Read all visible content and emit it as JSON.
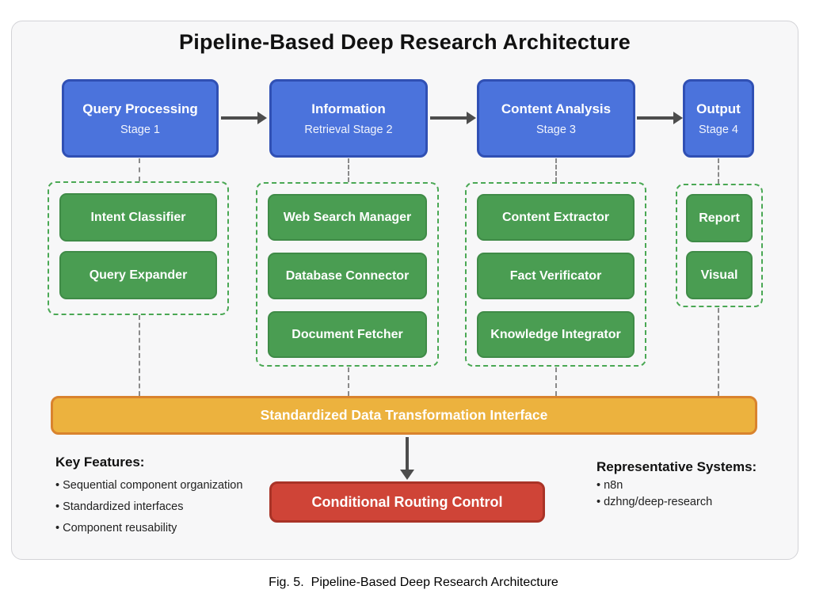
{
  "title": "Pipeline-Based Deep Research Architecture",
  "stages": [
    {
      "title": "Query Processing",
      "subtitle": "Stage 1",
      "components": [
        "Intent Classifier",
        "Query Expander"
      ]
    },
    {
      "title": "Information",
      "subtitle": "Retrieval Stage 2",
      "components": [
        "Web Search Manager",
        "Database Connector",
        "Document Fetcher"
      ]
    },
    {
      "title": "Content Analysis",
      "subtitle": "Stage 3",
      "components": [
        "Content Extractor",
        "Fact Verificator",
        "Knowledge Integrator"
      ]
    },
    {
      "title": "Output",
      "subtitle": "Stage 4",
      "components": [
        "Report",
        "Visual"
      ]
    }
  ],
  "interface_bar": "Standardized Data Transformation Interface",
  "routing_box": "Conditional Routing Control",
  "key_features": {
    "heading": "Key Features:",
    "items": [
      "Sequential component organization",
      "Standardized interfaces",
      "Component reusability"
    ]
  },
  "representative_systems": {
    "heading": "Representative Systems:",
    "items": [
      "n8n",
      "dzhng/deep-research"
    ]
  },
  "caption": {
    "label": "Fig. 5.",
    "text": "Pipeline-Based Deep Research Architecture"
  },
  "colors": {
    "stage_fill": "#4b73dc",
    "stage_border": "#3050b4",
    "component_fill": "#4a9d52",
    "component_border": "#3f8b47",
    "group_dash": "#4aa854",
    "interface_fill": "#ecb23e",
    "interface_border": "#d9832e",
    "routing_fill": "#cf4437",
    "routing_border": "#a93327",
    "arrow": "#4d4d4d",
    "connector_dash": "#8a8a8a",
    "container_fill": "#f7f7f8",
    "container_border": "#d3d3d7"
  }
}
